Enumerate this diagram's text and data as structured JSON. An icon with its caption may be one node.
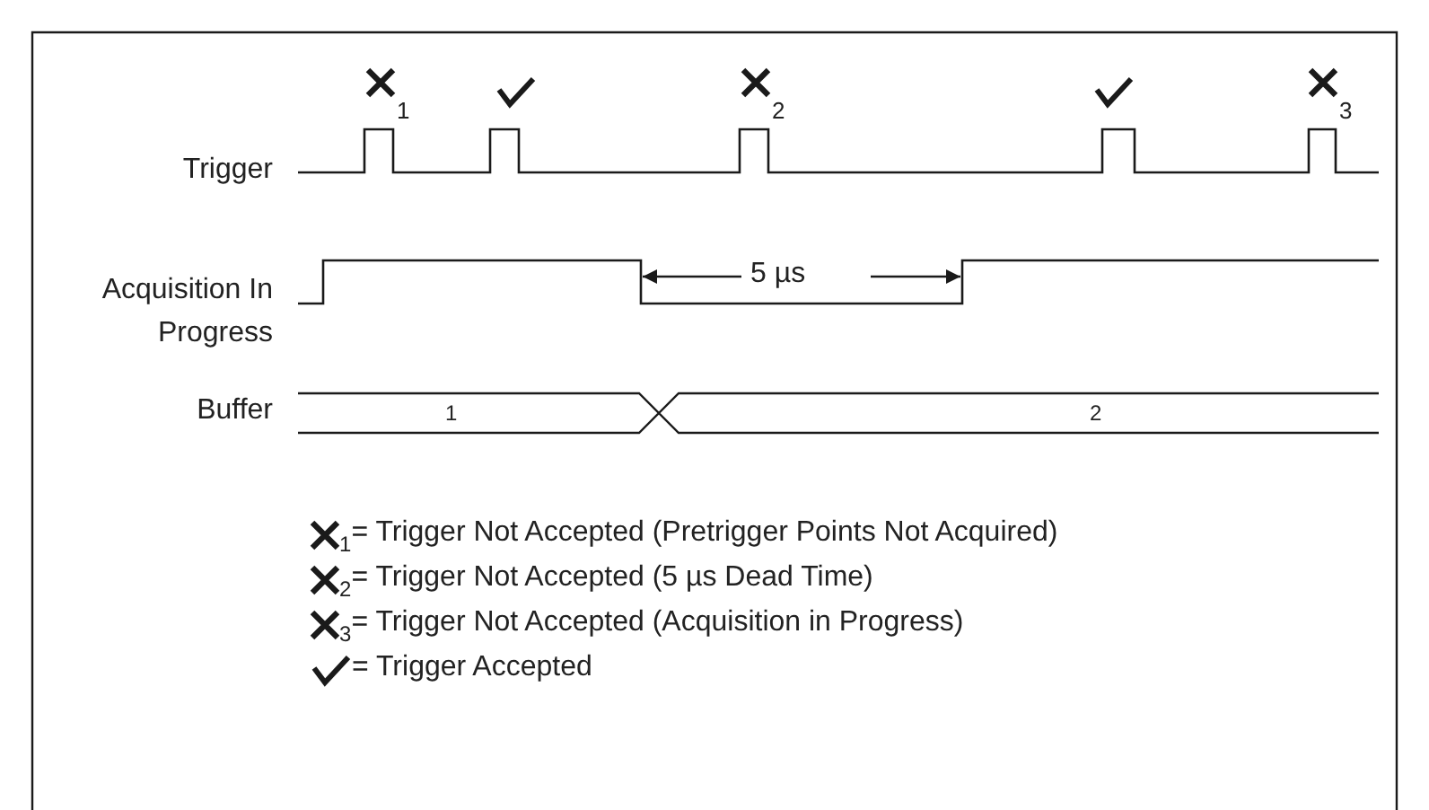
{
  "diagram": {
    "labels": [
      "1",
      "2",
      "3",
      "Trigger",
      "Acquisition In Progress",
      "5 µs",
      "Buffer",
      "1",
      "2"
    ],
    "legend": [
      {
        "text": "$_{1}$= Trigger Not Accepted (Pretrigger Points Not Acquired)"
      },
      {
        "text": "$_{2}$= Trigger Not Accepted (5 µs Dead Time)"
      },
      {
        "text": "$_{3}$= Trigger Not Accepted (Acquisition in Progress)"
      },
      {
        "text": "= Trigger Accepted"
      }
    ]
  }
}
